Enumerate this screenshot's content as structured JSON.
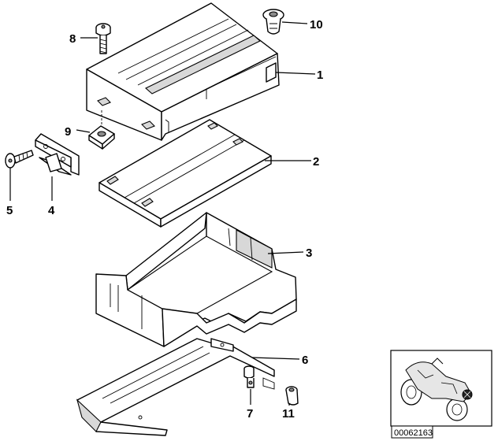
{
  "diagram": {
    "parts": [
      {
        "number": "1"
      },
      {
        "number": "2"
      },
      {
        "number": "3"
      },
      {
        "number": "4"
      },
      {
        "number": "5"
      },
      {
        "number": "6"
      },
      {
        "number": "7"
      },
      {
        "number": "8"
      },
      {
        "number": "9"
      },
      {
        "number": "10"
      },
      {
        "number": "11"
      }
    ],
    "reference_id": "00062163"
  }
}
